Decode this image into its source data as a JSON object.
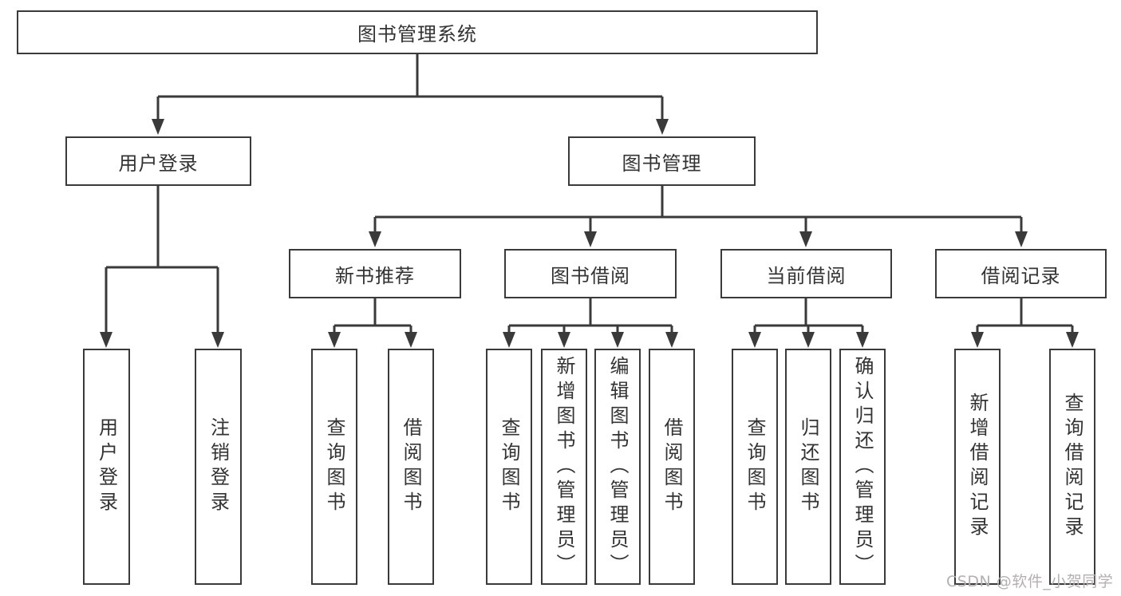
{
  "tree": {
    "root": {
      "label": "图书管理系统"
    },
    "branches": [
      {
        "label": "用户登录",
        "children": [
          {
            "label": "用户登录"
          },
          {
            "label": "注销登录"
          }
        ]
      },
      {
        "label": "图书管理",
        "children": [
          {
            "label": "新书推荐",
            "children": [
              {
                "label": "查询图书"
              },
              {
                "label": "借阅图书"
              }
            ]
          },
          {
            "label": "图书借阅",
            "children": [
              {
                "label": "查询图书"
              },
              {
                "label": "新增图书（管理员）"
              },
              {
                "label": "编辑图书（管理员）"
              },
              {
                "label": "借阅图书"
              }
            ]
          },
          {
            "label": "当前借阅",
            "children": [
              {
                "label": "查询图书"
              },
              {
                "label": "归还图书"
              },
              {
                "label": "确认归还（管理员）"
              }
            ]
          },
          {
            "label": "借阅记录",
            "children": [
              {
                "label": "新增借阅记录"
              },
              {
                "label": "查询借阅记录"
              }
            ]
          }
        ]
      }
    ]
  },
  "watermark": "CSDN @软件_小贺同学",
  "colors": {
    "line": "#3a3a3a",
    "text": "#333333",
    "watermark": "#b3b0b0",
    "background": "#ffffff"
  }
}
